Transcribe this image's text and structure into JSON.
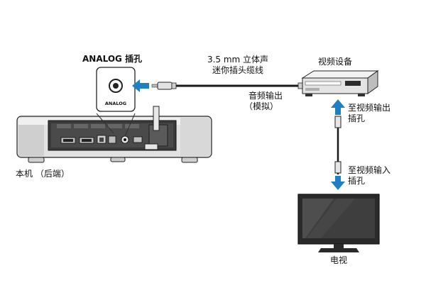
{
  "labels": {
    "analog_jack": "ANALOG 插孔",
    "jack_inner": "ANALOG",
    "cable_line1": "3.5 mm 立体声",
    "cable_line2": "迷你插头缆线",
    "video_device": "视频设备",
    "audio_out_line1": "音频输出",
    "audio_out_line2": "（模拟）",
    "to_video_out_line1": "至视频输出",
    "to_video_out_line2": "插孔",
    "to_video_in_line1": "至视频输入",
    "to_video_in_line2": "插孔",
    "main_unit_rear": "本机 （后端）",
    "tv": "电视"
  },
  "colors": {
    "arrow_blue": "#1f7fc4",
    "device_gray": "#d8d8d8",
    "device_dark": "#2b2b2b",
    "outline": "#222222"
  }
}
